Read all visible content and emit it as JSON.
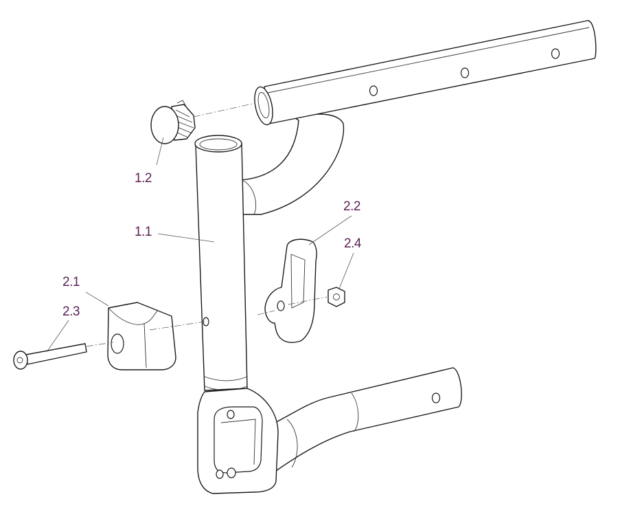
{
  "colors": {
    "label": "#5b1f55",
    "line": "#1a1a1a",
    "background": "#ffffff"
  },
  "labels": {
    "c1_2": "1.2",
    "c1_1": "1.1",
    "c2_1": "2.1",
    "c2_2": "2.2",
    "c2_3": "2.3",
    "c2_4": "2.4"
  }
}
